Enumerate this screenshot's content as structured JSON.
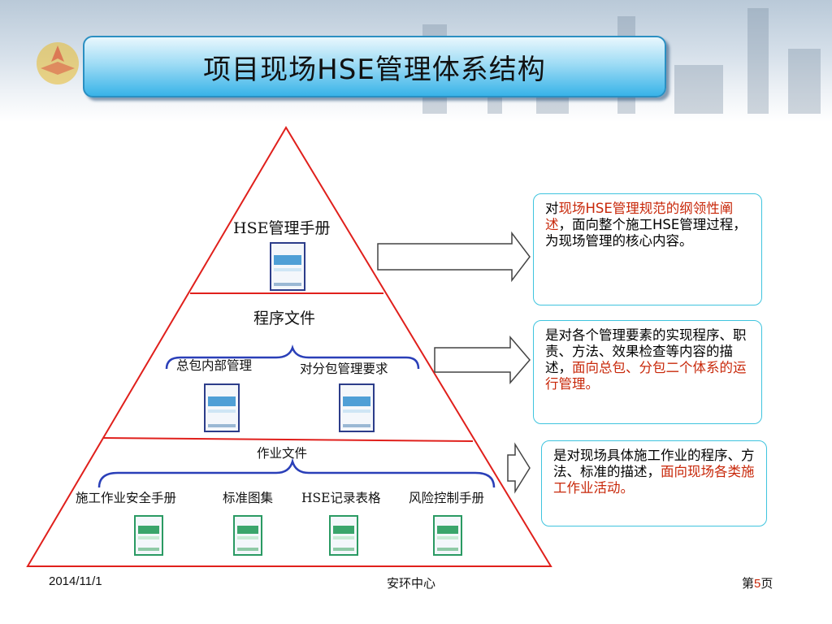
{
  "title": "项目现场HSE管理体系结构",
  "pyramid": {
    "level1": {
      "label": "HSE管理手册"
    },
    "level2": {
      "label": "程序文件",
      "items": [
        "总包内部管理",
        "对分包管理要求"
      ]
    },
    "level3": {
      "label": "作业文件",
      "items": [
        "施工作业安全手册",
        "标准图集",
        "HSE记录表格",
        "风险控制手册"
      ]
    }
  },
  "descriptions": [
    {
      "parts": [
        {
          "text": "对",
          "hl": false
        },
        {
          "text": "现场HSE管理规范的纲领性阐述",
          "hl": true
        },
        {
          "text": "，面向整个施工HSE管理过程，为现场管理的核心内容。",
          "hl": false
        }
      ]
    },
    {
      "parts": [
        {
          "text": "是对各个管理要素的实现程序、职责、方法、效果检查等内容的描述，",
          "hl": false
        },
        {
          "text": "面向总包、分包二个体系的运行管理。",
          "hl": true
        }
      ]
    },
    {
      "parts": [
        {
          "text": "是对现场具体施工作业的程序、方法、标准的描述，",
          "hl": false
        },
        {
          "text": "面向现场各类施工作业活动。",
          "hl": true
        }
      ]
    }
  ],
  "footer": {
    "date": "2014/11/1",
    "center": "安环中心",
    "page_prefix": "第",
    "page_num": "5",
    "page_suffix": "页"
  },
  "colors": {
    "pyramid_line": "#e0201c",
    "box_border": "#3fc4de",
    "highlight": "#c8280a",
    "brace": "#2a3fb8"
  }
}
